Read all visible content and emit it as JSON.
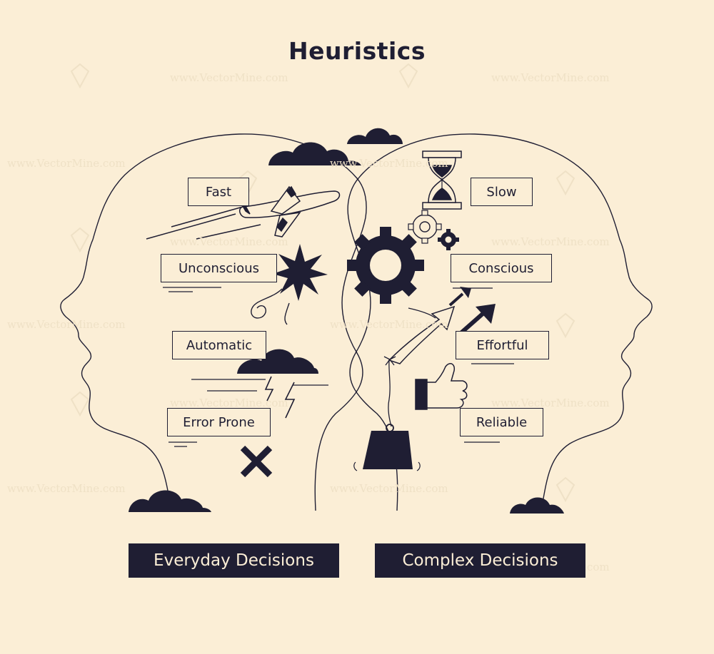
{
  "title": "Heuristics",
  "watermark": "www.VectorMine.com",
  "left_traits": [
    "Fast",
    "Unconscious",
    "Automatic",
    "Error Prone"
  ],
  "right_traits": [
    "Slow",
    "Conscious",
    "Effortful",
    "Reliable"
  ],
  "left_caption": "Everyday Decisions",
  "right_caption": "Complex Decisions",
  "colors": {
    "background": "#fbeed6",
    "ink": "#1f1e33"
  },
  "icons": [
    "airplane-icon",
    "burst-star-icon",
    "storm-cloud-icon",
    "x-mark-icon",
    "hourglass-icon",
    "gear-icon",
    "up-arrow-icon",
    "thumbs-up-icon",
    "weight-icon",
    "cloud-icon"
  ]
}
